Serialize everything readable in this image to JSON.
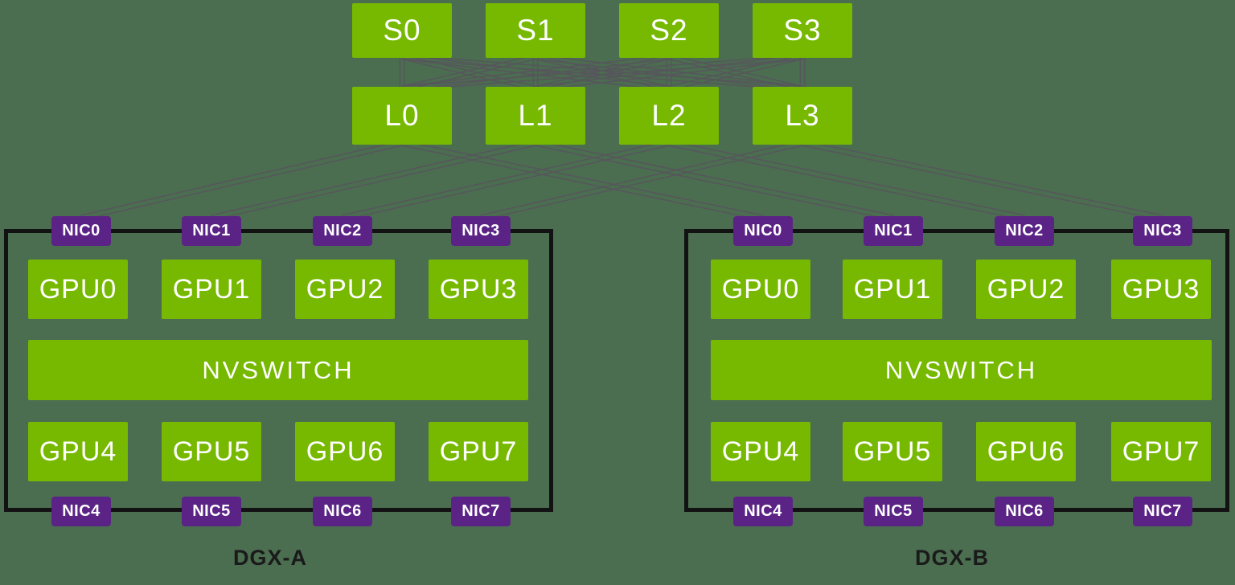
{
  "colors": {
    "background": "#4b6e50",
    "node_green": "#76b900",
    "nic_purple": "#5a2385",
    "link_gray": "#56575b",
    "chassis_border": "#121212",
    "node_text": "#ffffff",
    "label_text": "#1a1a1a"
  },
  "spine_switches": [
    {
      "label": "S0"
    },
    {
      "label": "S1"
    },
    {
      "label": "S2"
    },
    {
      "label": "S3"
    }
  ],
  "leaf_switches": [
    {
      "label": "L0"
    },
    {
      "label": "L1"
    },
    {
      "label": "L2"
    },
    {
      "label": "L3"
    }
  ],
  "systems": [
    {
      "label": "DGX-A",
      "top_nics": [
        "NIC0",
        "NIC1",
        "NIC2",
        "NIC3"
      ],
      "gpus_top": [
        "GPU0",
        "GPU1",
        "GPU2",
        "GPU3"
      ],
      "nvswitch_label": "NVSWITCH",
      "gpus_bottom": [
        "GPU4",
        "GPU5",
        "GPU6",
        "GPU7"
      ],
      "bottom_nics": [
        "NIC4",
        "NIC5",
        "NIC6",
        "NIC7"
      ]
    },
    {
      "label": "DGX-B",
      "top_nics": [
        "NIC0",
        "NIC1",
        "NIC2",
        "NIC3"
      ],
      "gpus_top": [
        "GPU0",
        "GPU1",
        "GPU2",
        "GPU3"
      ],
      "nvswitch_label": "NVSWITCH",
      "gpus_bottom": [
        "GPU4",
        "GPU5",
        "GPU6",
        "GPU7"
      ],
      "bottom_nics": [
        "NIC4",
        "NIC5",
        "NIC6",
        "NIC7"
      ]
    }
  ],
  "links": {
    "spine_to_leaf": "full-mesh (every spine switch connects to every leaf switch)",
    "strands_per_connection": 2,
    "leaf_to_nic": [
      [
        "L0",
        "NIC0"
      ],
      [
        "L1",
        "NIC1"
      ],
      [
        "L2",
        "NIC2"
      ],
      [
        "L3",
        "NIC3"
      ]
    ]
  }
}
